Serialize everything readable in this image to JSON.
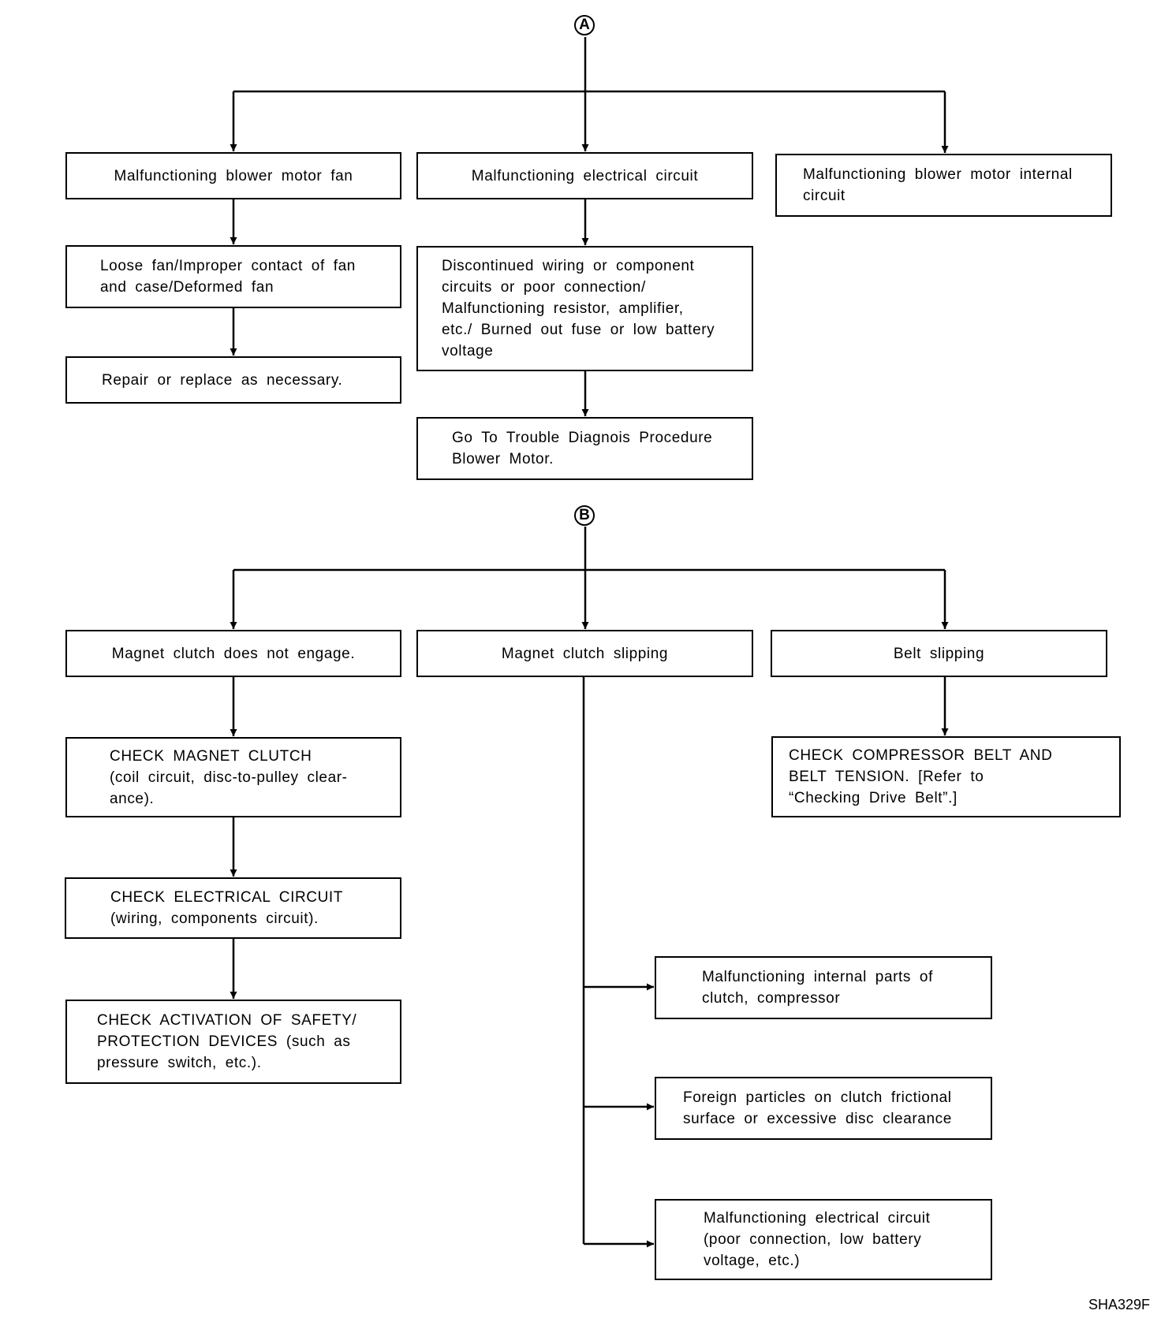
{
  "connectors": {
    "a": "A",
    "b": "B"
  },
  "figure_code": "SHA329F",
  "section_a": {
    "branch_1": {
      "symptom": "Malfunctioning blower motor fan",
      "cause": "Loose fan/Improper contact of fan\nand case/Deformed fan",
      "action": "Repair or replace as necessary."
    },
    "branch_2": {
      "symptom": "Malfunctioning electrical circuit",
      "cause": "Discontinued wiring or component\ncircuits or poor connection/\nMalfunctioning resistor, amplifier,\netc./ Burned out fuse or low battery\nvoltage",
      "action": "Go To Trouble Diagnois Procedure\nBlower Motor."
    },
    "branch_3": {
      "symptom": "Malfunctioning blower motor internal\ncircuit"
    }
  },
  "section_b": {
    "branch_1": {
      "symptom": "Magnet clutch does not engage.",
      "check_1": "CHECK MAGNET CLUTCH\n(coil circuit, disc-to-pulley clear-\nance).",
      "check_2": "CHECK ELECTRICAL CIRCUIT\n(wiring, components circuit).",
      "check_3": "CHECK ACTIVATION OF SAFETY/\nPROTECTION DEVICES (such as\npressure switch, etc.)."
    },
    "branch_2": {
      "symptom": "Magnet clutch slipping",
      "cause_1": "Malfunctioning internal parts of\nclutch, compressor",
      "cause_2": "Foreign particles on clutch frictional\nsurface or excessive disc clearance",
      "cause_3": "Malfunctioning electrical circuit\n(poor connection, low battery\nvoltage, etc.)"
    },
    "branch_3": {
      "symptom": "Belt slipping",
      "check": "CHECK COMPRESSOR BELT AND\nBELT TENSION. [Refer to\n“Checking Drive Belt”.]"
    }
  }
}
